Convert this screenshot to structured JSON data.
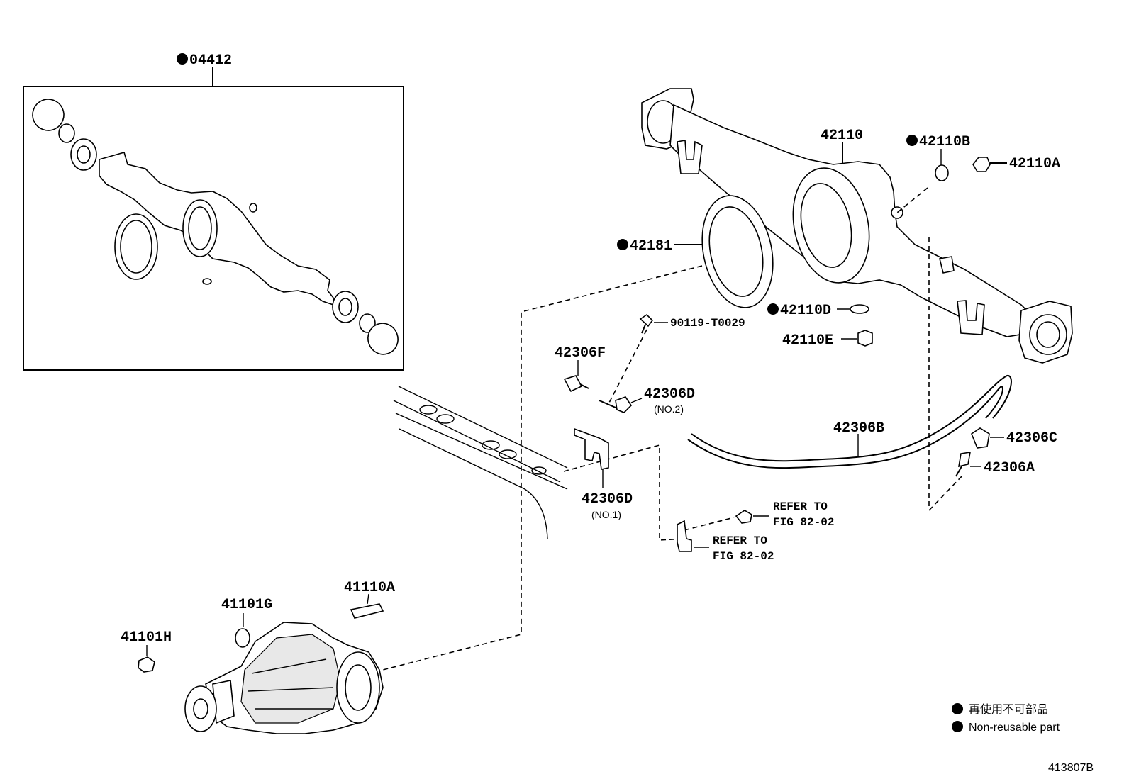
{
  "figure_number": "413807B",
  "non_reusable_marker": "●",
  "parts": {
    "gasket_kit": "04412",
    "axle_housing": "42110",
    "plug_a": "42110A",
    "gasket_b": "42110B",
    "gasket_d": "42110D",
    "plug_e": "42110E",
    "carrier_gasket": "42181",
    "bolt": "90119-T0029",
    "union_f": "42306F",
    "clamp_d2": "42306D",
    "clamp_d2_note": "(NO.2)",
    "clamp_d1": "42306D",
    "clamp_d1_note": "(NO.1)",
    "breather_hose": "42306B",
    "clip_c": "42306C",
    "breather_plug_a": "42306A",
    "stud_bolt": "41110A",
    "washer_g": "41101G",
    "nut_h": "41101H"
  },
  "references": {
    "refer_1_line1": "REFER TO",
    "refer_1_line2": "FIG 82-02",
    "refer_2_line1": "REFER TO",
    "refer_2_line2": "FIG 82-02"
  },
  "legend": {
    "japanese": "再使用不可部品",
    "english": "Non-reusable part"
  }
}
